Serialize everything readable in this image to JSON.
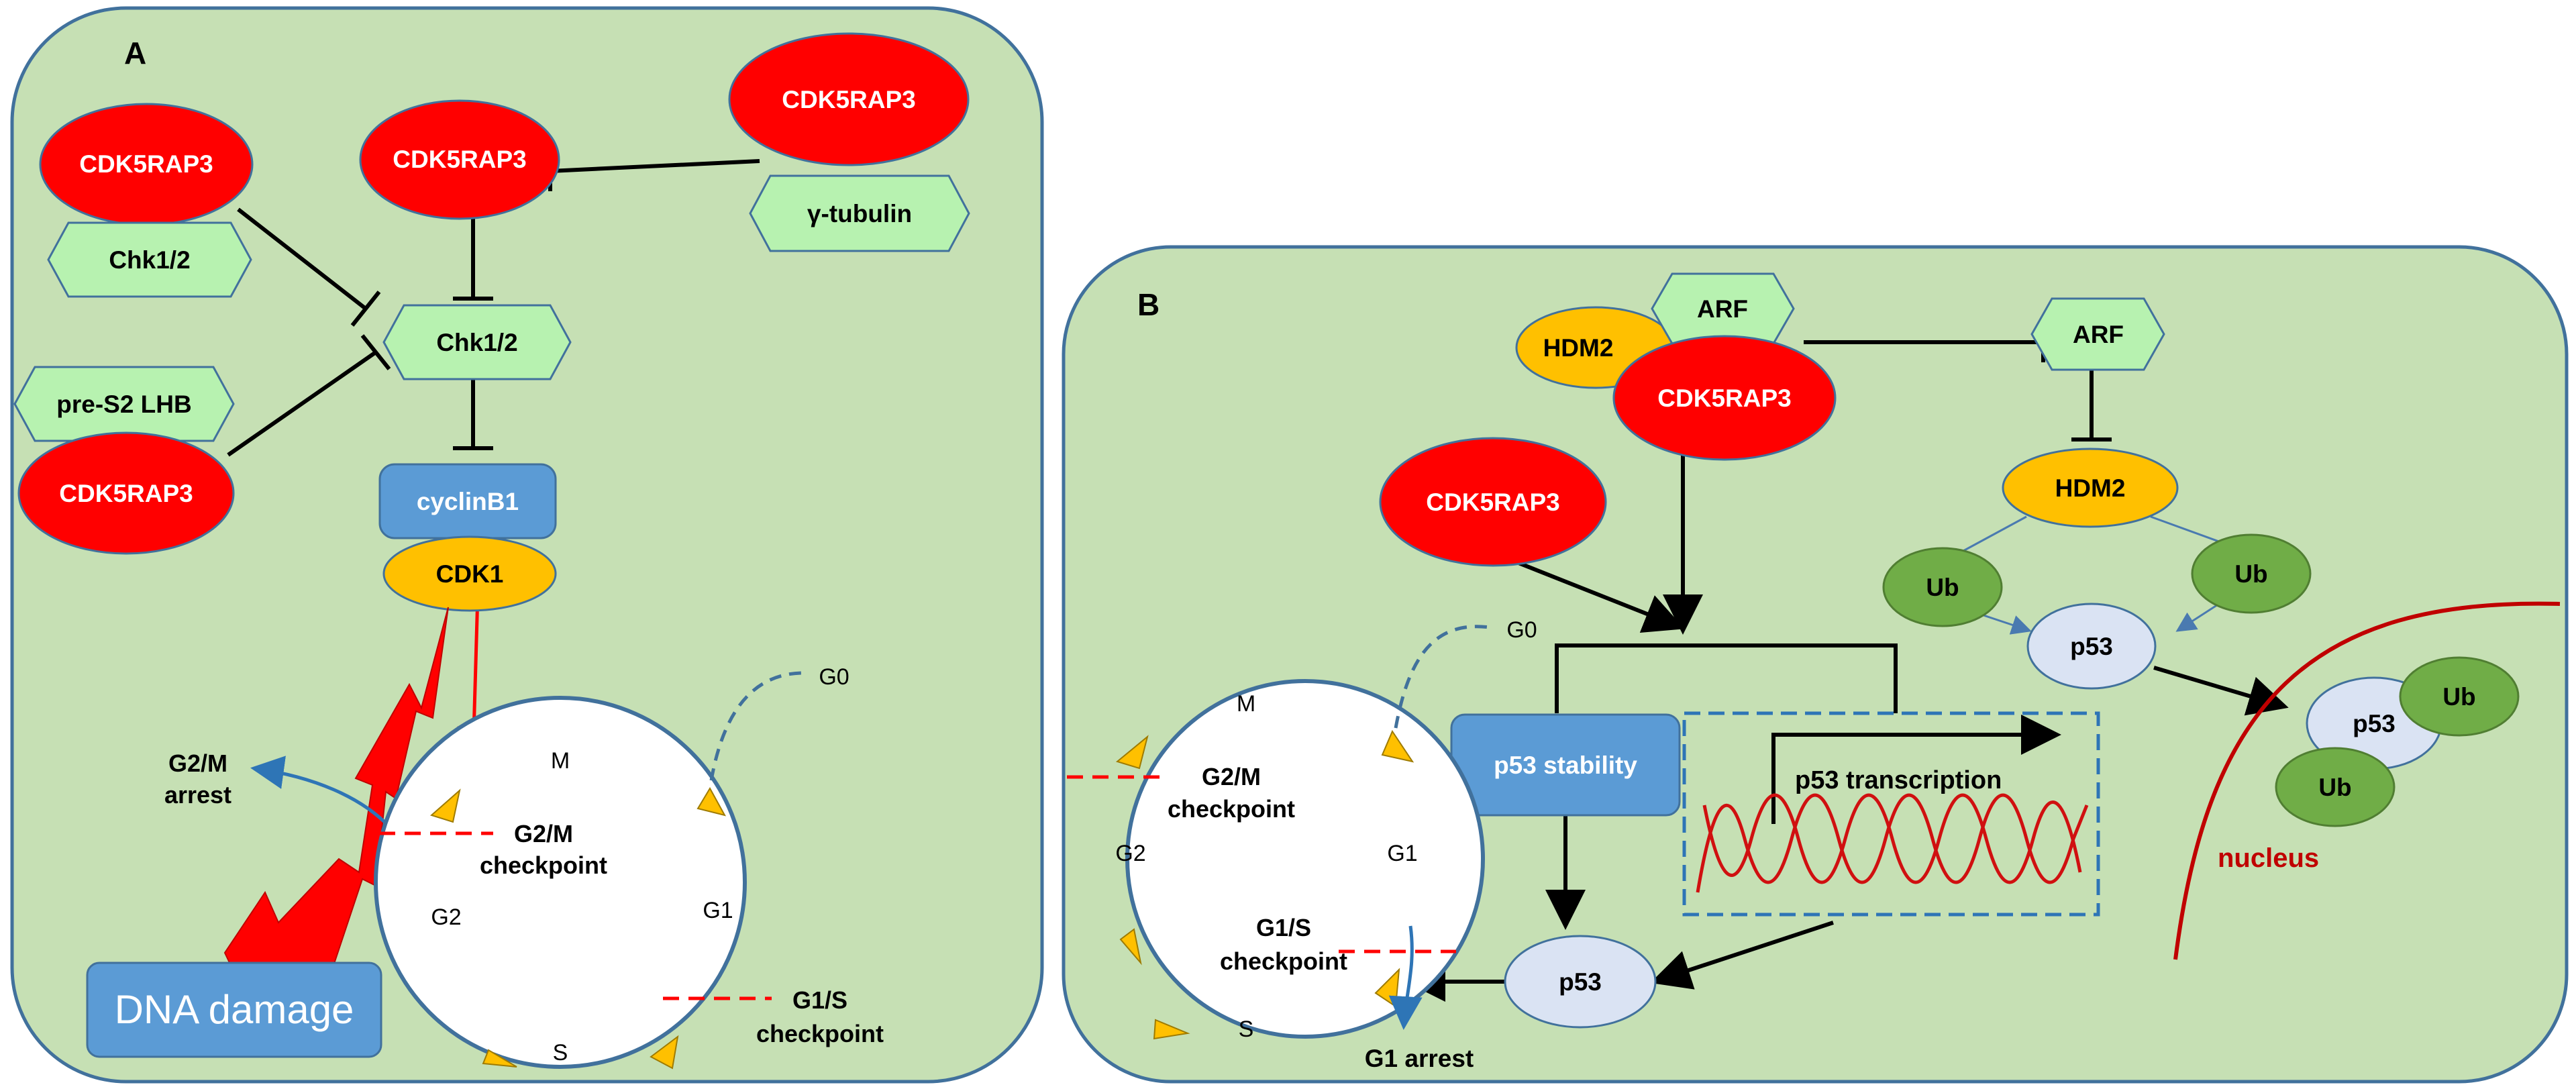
{
  "panel_a": {
    "label": "A",
    "cdk5rap3_left_top": "CDK5RAP3",
    "chk_left": "Chk1/2",
    "cdk5rap3_center": "CDK5RAP3",
    "cdk5rap3_right": "CDK5RAP3",
    "gamma_tubulin": "γ-tubulin",
    "chk_center": "Chk1/2",
    "pre_s2_lhb": "pre-S2 LHB",
    "cdk5rap3_left_bottom": "CDK5RAP3",
    "cyclinb1": "cyclinB1",
    "cdk1": "CDK1",
    "dna_damage": "DNA damage",
    "g2m_arrest_line1": "G2/M",
    "g2m_arrest_line2": "arrest",
    "phase_m": "M",
    "phase_g2": "G2",
    "phase_g1": "G1",
    "phase_s": "S",
    "phase_g0": "G0",
    "g2m_checkpoint_line1": "G2/M",
    "g2m_checkpoint_line2": "checkpoint",
    "g1s_checkpoint_line1": "G1/S",
    "g1s_checkpoint_line2": "checkpoint"
  },
  "panel_b": {
    "label": "B",
    "hdm2_complex": "HDM2",
    "arf_complex": "ARF",
    "cdk5rap3_complex": "CDK5RAP3",
    "arf_right": "ARF",
    "hdm2_right": "HDM2",
    "cdk5rap3_left": "CDK5RAP3",
    "ub_left": "Ub",
    "ub_right": "Ub",
    "p53_top": "p53",
    "p53_complex": "p53",
    "ub_complex_top": "Ub",
    "ub_complex_bottom": "Ub",
    "nucleus": "nucleus",
    "p53_stability": "p53 stability",
    "p53_transcription": "p53 transcription",
    "p53_bottom": "p53",
    "g1_arrest": "G1 arrest",
    "phase_g0": "G0",
    "phase_m": "M",
    "phase_g2": "G2",
    "phase_g1": "G1",
    "phase_s": "S",
    "g2m_checkpoint_line1": "G2/M",
    "g2m_checkpoint_line2": "checkpoint",
    "g1s_checkpoint_line1": "G1/S",
    "g1s_checkpoint_line2": "checkpoint"
  },
  "colors": {
    "panel_fill": "#c6e0b4",
    "panel_stroke": "#41719c",
    "red_node": "#ff0000",
    "green_hex": "#b7f2b0",
    "blue_box": "#5b9bd5",
    "orange_node": "#ffc000",
    "ub_green": "#70ad47",
    "p53_blue": "#dae3f3",
    "dark_red": "#c00000"
  }
}
